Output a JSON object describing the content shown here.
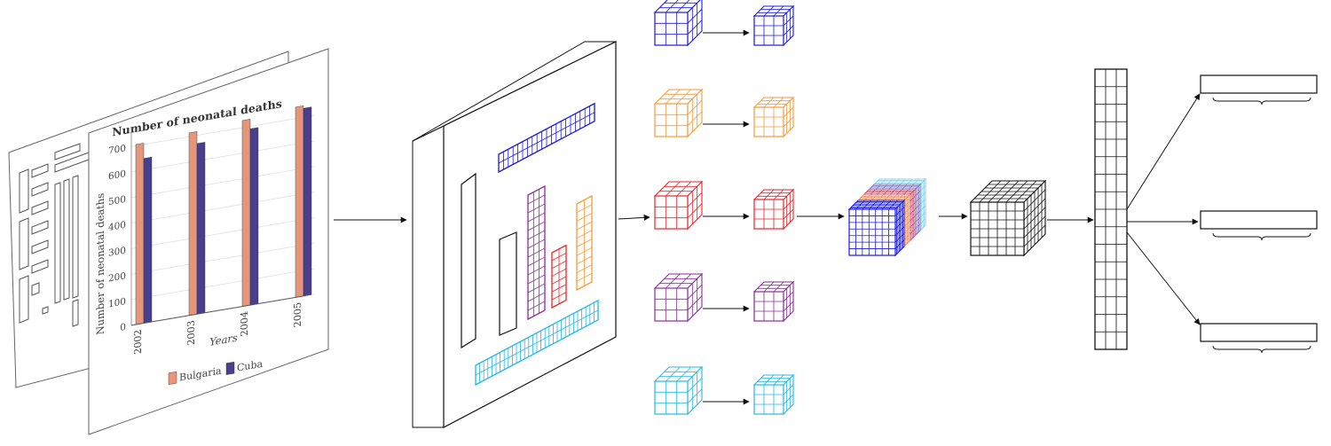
{
  "chart_data": {
    "type": "bar",
    "title": "Number of neonatal deaths",
    "xlabel": "Years",
    "ylabel": "Number of neonatal deaths",
    "categories": [
      "2002",
      "2003",
      "2004",
      "2005"
    ],
    "yticks": [
      "0",
      "100",
      "200",
      "300",
      "400",
      "500",
      "600",
      "700"
    ],
    "ylim": [
      0,
      750
    ],
    "series": [
      {
        "name": "Bulgaria",
        "color": "#e8967a",
        "values": [
          705,
          715,
          728,
          745
        ]
      },
      {
        "name": "Cuba",
        "color": "#4a3f8c",
        "values": [
          645,
          668,
          690,
          735
        ]
      }
    ]
  },
  "colors": {
    "blue": "#1a1adb",
    "orange": "#f39a3c",
    "red": "#e6262b",
    "purple": "#8a2b9a",
    "cyan": "#27b6e6",
    "black": "#111111"
  },
  "icons": {
    "document": "document-stack-icon",
    "feature_map": "feature-map-icon",
    "cube": "grid-cube-icon",
    "vector": "output-vector-icon"
  }
}
